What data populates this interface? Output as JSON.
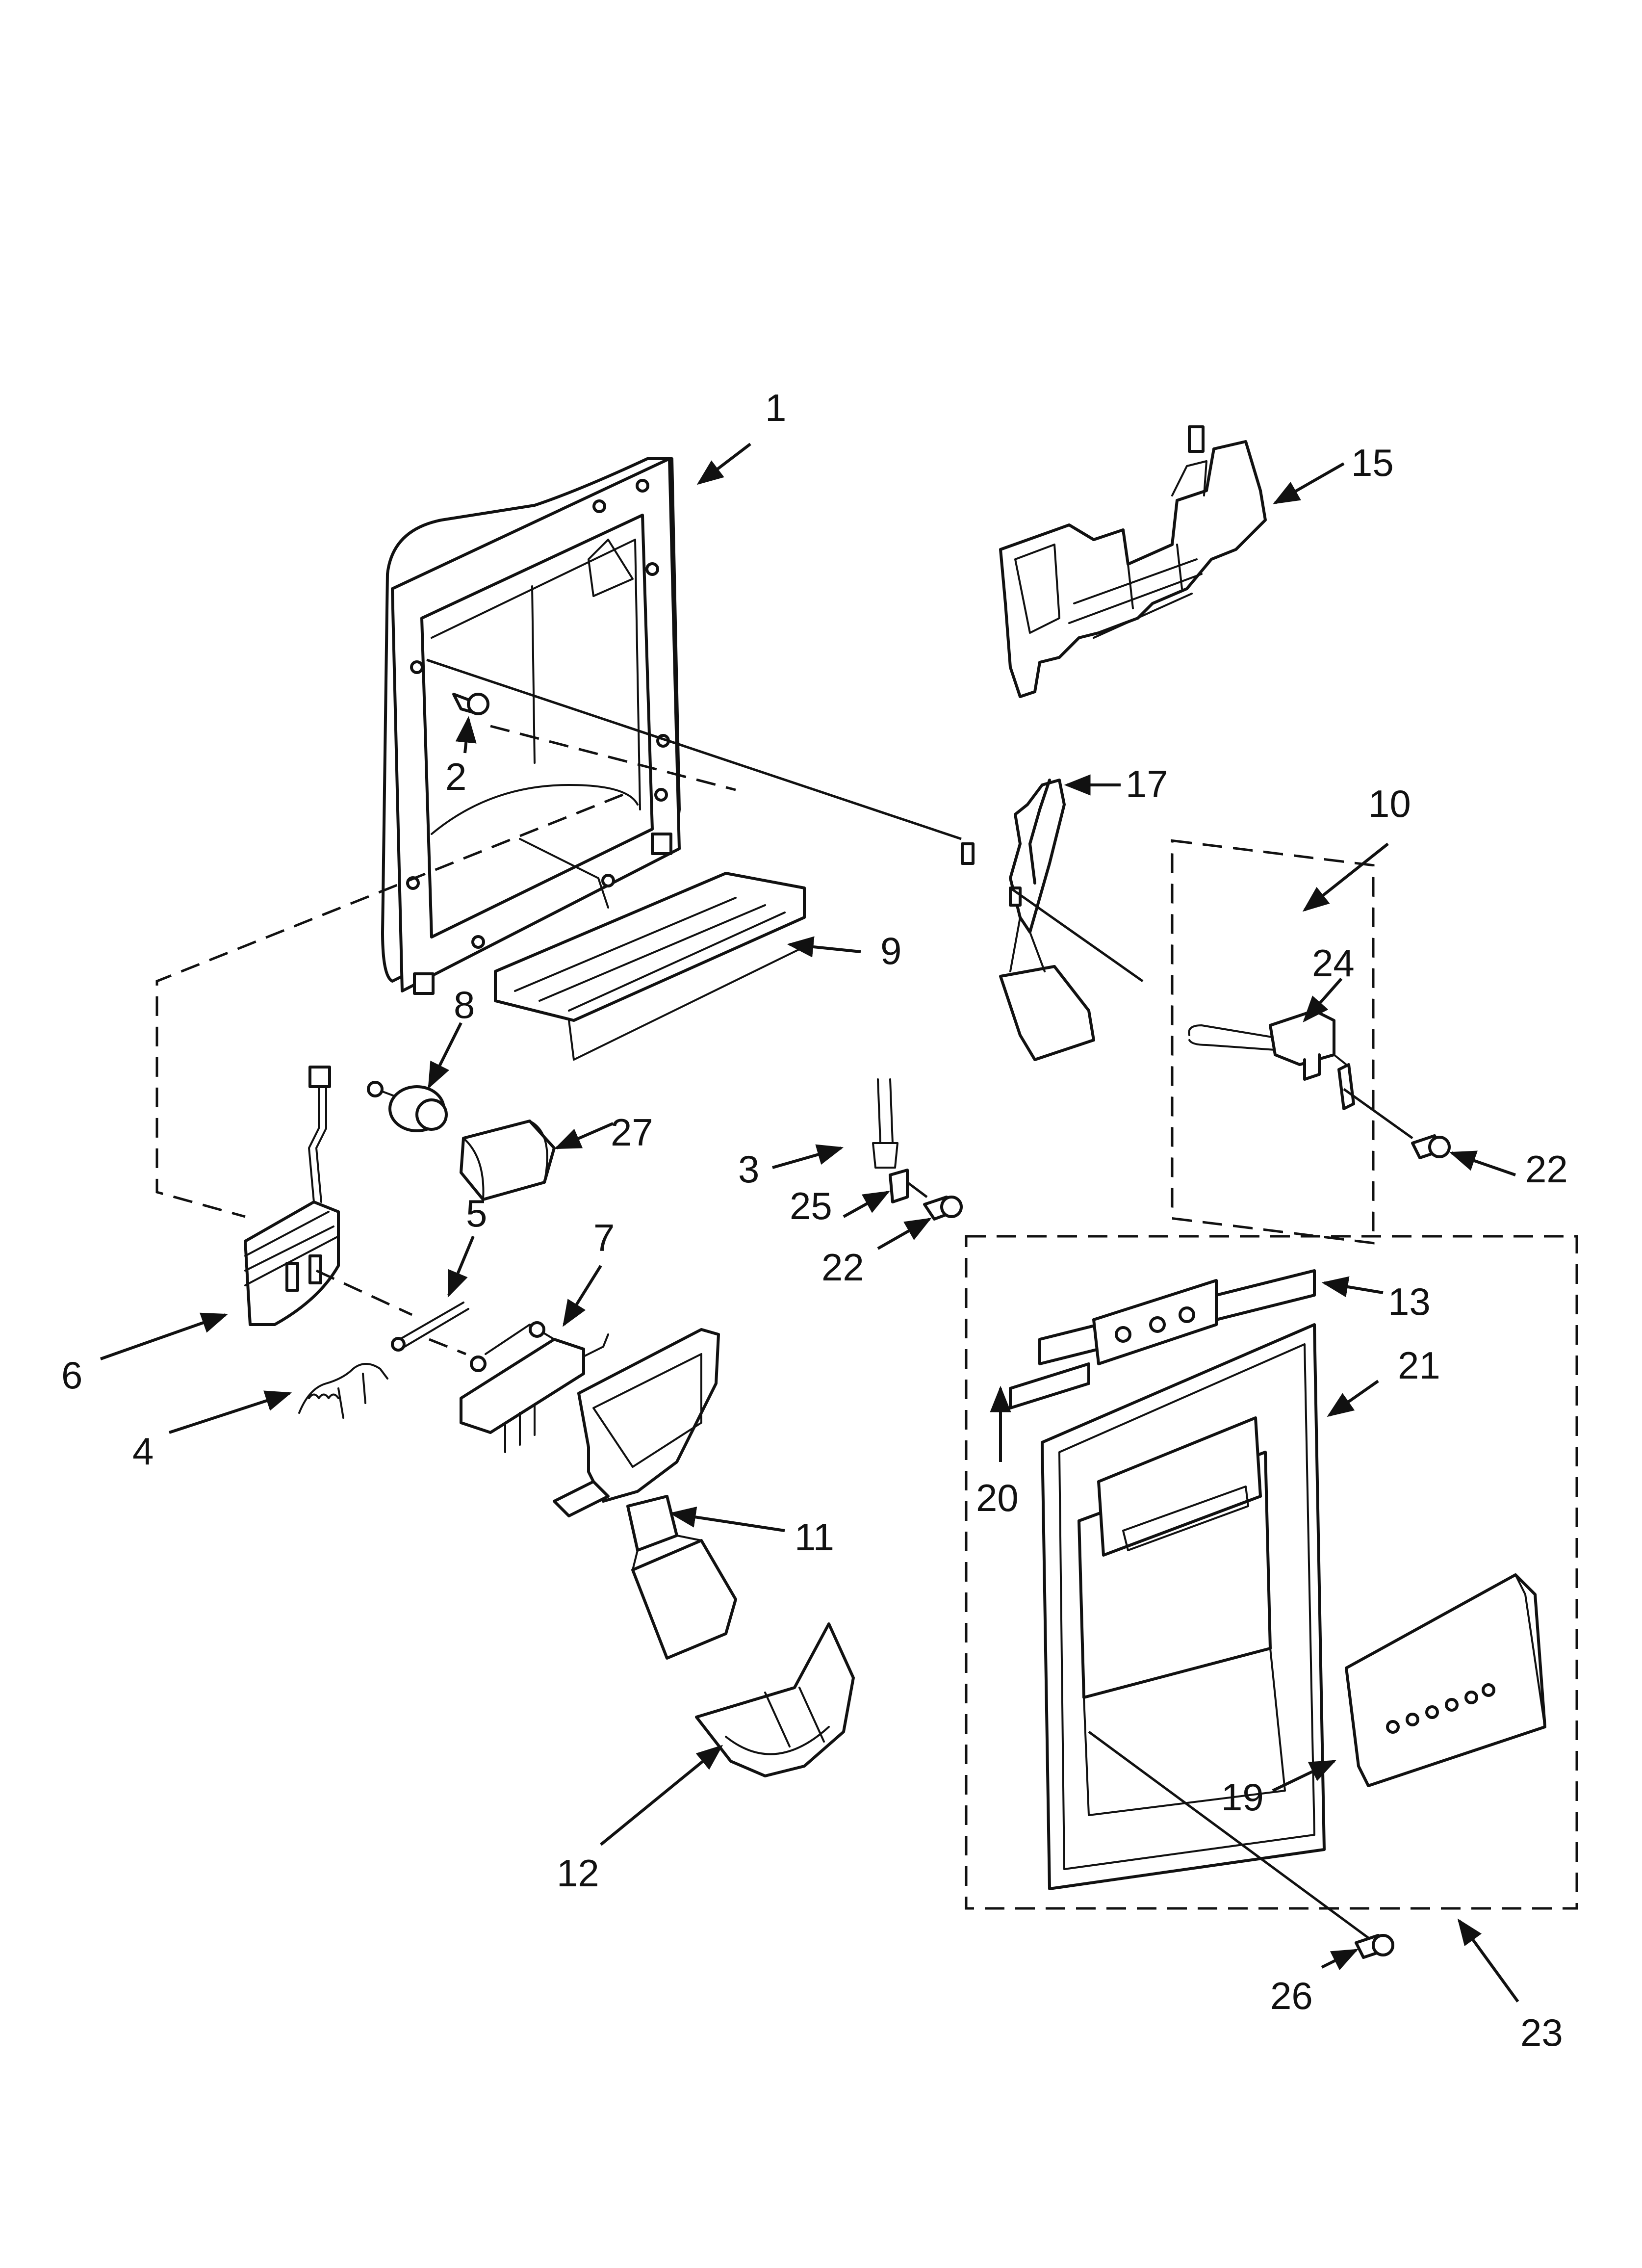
{
  "diagram": {
    "callouts": [
      {
        "id": "1",
        "label": "1"
      },
      {
        "id": "2",
        "label": "2"
      },
      {
        "id": "3",
        "label": "3"
      },
      {
        "id": "4",
        "label": "4"
      },
      {
        "id": "5",
        "label": "5"
      },
      {
        "id": "6",
        "label": "6"
      },
      {
        "id": "7",
        "label": "7"
      },
      {
        "id": "8",
        "label": "8"
      },
      {
        "id": "9",
        "label": "9"
      },
      {
        "id": "10",
        "label": "10"
      },
      {
        "id": "11",
        "label": "11"
      },
      {
        "id": "12",
        "label": "12"
      },
      {
        "id": "13",
        "label": "13"
      },
      {
        "id": "15",
        "label": "15"
      },
      {
        "id": "17",
        "label": "17"
      },
      {
        "id": "19",
        "label": "19"
      },
      {
        "id": "20",
        "label": "20"
      },
      {
        "id": "21",
        "label": "21"
      },
      {
        "id": "22a",
        "label": "22"
      },
      {
        "id": "22b",
        "label": "22"
      },
      {
        "id": "23",
        "label": "23"
      },
      {
        "id": "24",
        "label": "24"
      },
      {
        "id": "25",
        "label": "25"
      },
      {
        "id": "26",
        "label": "26"
      },
      {
        "id": "27",
        "label": "27"
      }
    ]
  }
}
